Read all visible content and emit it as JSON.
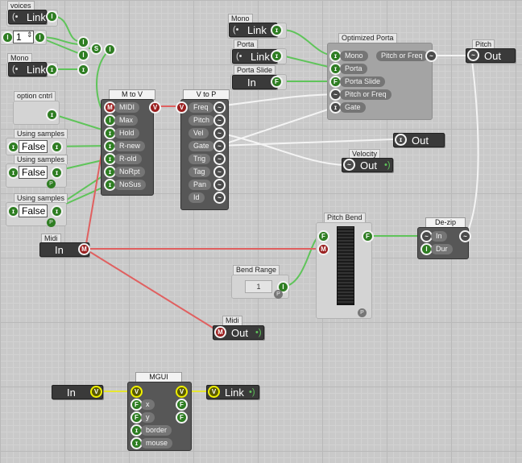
{
  "voices": {
    "title": "voices",
    "link_label": "Link",
    "count_value": "1"
  },
  "mono_top": {
    "title": "Mono",
    "link_label": "Link"
  },
  "option_cntrl": {
    "title": "option cntrl"
  },
  "using_samples": [
    {
      "title": "Using samples",
      "value": "False"
    },
    {
      "title": "Using samples",
      "value": "False"
    },
    {
      "title": "Using samples",
      "value": "False"
    }
  ],
  "midi_in": {
    "title": "Midi",
    "label": "In"
  },
  "m_to_v": {
    "title": "M to V",
    "ports": [
      "MIDI",
      "Max",
      "Hold",
      "R-new",
      "R-old",
      "NoRpt",
      "NoSus"
    ]
  },
  "v_to_p": {
    "title": "V to P",
    "ports": [
      "Freq",
      "Pitch",
      "Vel",
      "Gate",
      "Trig",
      "Tag",
      "Pan",
      "Id"
    ]
  },
  "mono_mid": {
    "title": "Mono",
    "link_label": "Link"
  },
  "porta": {
    "title": "Porta",
    "link_label": "Link"
  },
  "porta_slide": {
    "title": "Porta Slide",
    "label": "In"
  },
  "optimized_porta": {
    "title": "Optimized Porta",
    "inputs": [
      "Mono",
      "Porta",
      "Porta Slide",
      "Pitch or Freq",
      "Gate"
    ],
    "output": "Pitch or Freq"
  },
  "pitch": {
    "title": "Pitch",
    "label": "Out"
  },
  "gate_out": {
    "label": "Out"
  },
  "velocity": {
    "title": "Velocity",
    "label": "Out"
  },
  "pitch_bend": {
    "title": "Pitch Bend"
  },
  "bend_range": {
    "title": "Bend Range",
    "value": "1"
  },
  "dezip": {
    "title": "De-zip",
    "inputs": [
      "In",
      "Dur"
    ]
  },
  "midi_out": {
    "title": "Midi",
    "label": "Out"
  },
  "mgui_in": {
    "label": "In"
  },
  "mgui": {
    "title": "MGUI",
    "inputs": [
      "x",
      "y",
      "border",
      "mouse"
    ]
  },
  "mgui_out": {
    "label": "Link"
  },
  "icons": {
    "green": "green-port",
    "red": "red-port",
    "white": "white-port",
    "yellow": "yellow-port"
  },
  "colors": {
    "green_wire": "#5fc45a",
    "red_wire": "#e06060",
    "white_wire": "#f4f4f4",
    "yellow_wire": "#e8e830",
    "canvas": "#c9c9c9"
  }
}
